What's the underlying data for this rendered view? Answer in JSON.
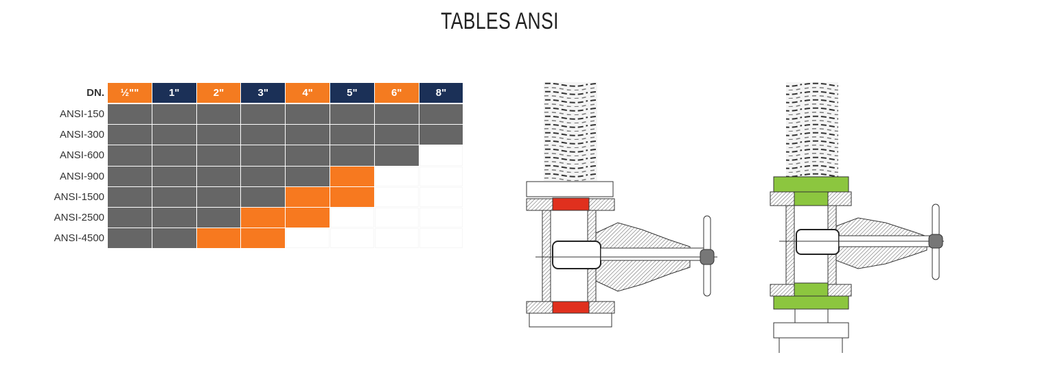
{
  "title": "TABLES ANSI",
  "table": {
    "corner_label": "DN.",
    "columns": [
      "½\"\"",
      "1\"",
      "2\"",
      "3\"",
      "4\"",
      "5\"",
      "6\"",
      "8\""
    ],
    "column_colors": [
      "#f47b20",
      "#1b3057",
      "#f47b20",
      "#1b3057",
      "#f47b20",
      "#1b3057",
      "#f47b20",
      "#1b3057"
    ],
    "rows": [
      {
        "label": "ANSI-150",
        "cells": [
          "g",
          "g",
          "g",
          "g",
          "g",
          "g",
          "g",
          "g"
        ]
      },
      {
        "label": "ANSI-300",
        "cells": [
          "g",
          "g",
          "g",
          "g",
          "g",
          "g",
          "g",
          "g"
        ]
      },
      {
        "label": "ANSI-600",
        "cells": [
          "g",
          "g",
          "g",
          "g",
          "g",
          "g",
          "g",
          "e"
        ]
      },
      {
        "label": "ANSI-900",
        "cells": [
          "g",
          "g",
          "g",
          "g",
          "g",
          "o",
          "e",
          "e"
        ]
      },
      {
        "label": "ANSI-1500",
        "cells": [
          "g",
          "g",
          "g",
          "g",
          "o",
          "o",
          "e",
          "e"
        ]
      },
      {
        "label": "ANSI-2500",
        "cells": [
          "g",
          "g",
          "g",
          "o",
          "o",
          "e",
          "e",
          "e"
        ]
      },
      {
        "label": "ANSI-4500",
        "cells": [
          "g",
          "g",
          "o",
          "o",
          "e",
          "e",
          "e",
          "e"
        ]
      }
    ],
    "cell_colors": {
      "g": "#666666",
      "o": "#f7791f",
      "e": "#ffffff"
    }
  },
  "diagrams": {
    "left_gasket_color": "#e0301e",
    "right_gasket_color": "#8cc63f"
  }
}
